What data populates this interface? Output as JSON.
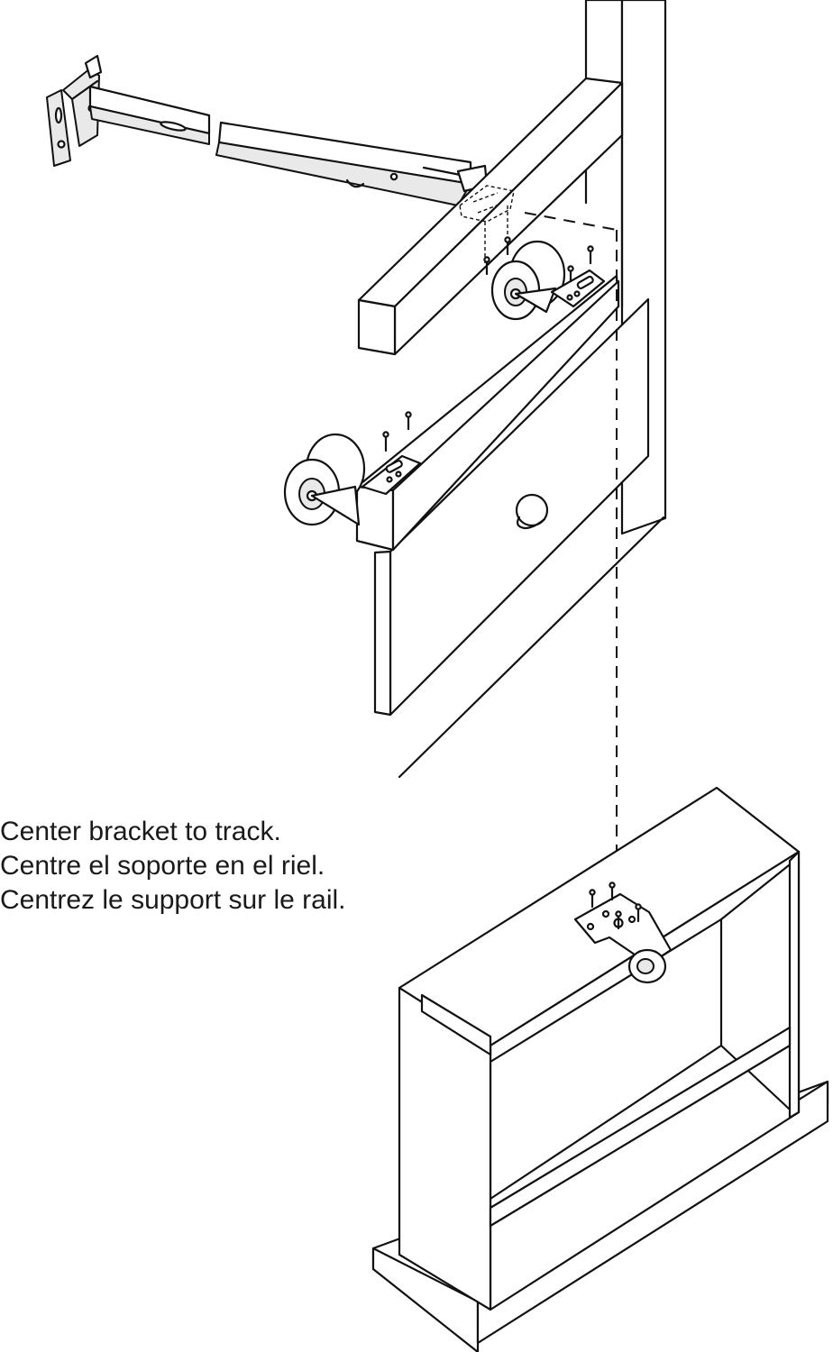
{
  "instructions": {
    "en": "Center bracket to track.",
    "es": "Centre el soporte en el riel.",
    "fr": "Centrez le support sur le rail."
  }
}
